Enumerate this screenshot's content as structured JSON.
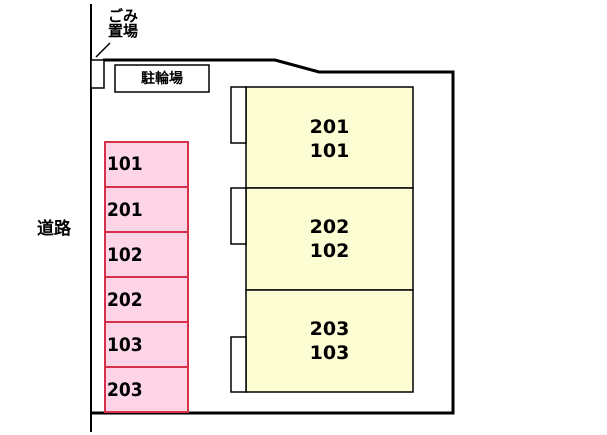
{
  "labels": {
    "road": "道路",
    "garbage_line1": "ごみ",
    "garbage_line2": "置場",
    "bicycle_parking": "駐輪場"
  },
  "parking_slots": [
    "101",
    "201",
    "102",
    "202",
    "103",
    "203"
  ],
  "units": [
    {
      "upper": "201",
      "lower": "101"
    },
    {
      "upper": "202",
      "lower": "102"
    },
    {
      "upper": "203",
      "lower": "103"
    }
  ],
  "colors": {
    "parking_fill": "#fdd5e6",
    "parking_border": "#d6304a",
    "building_fill": "#fcfdd3",
    "outline": "#000000"
  }
}
